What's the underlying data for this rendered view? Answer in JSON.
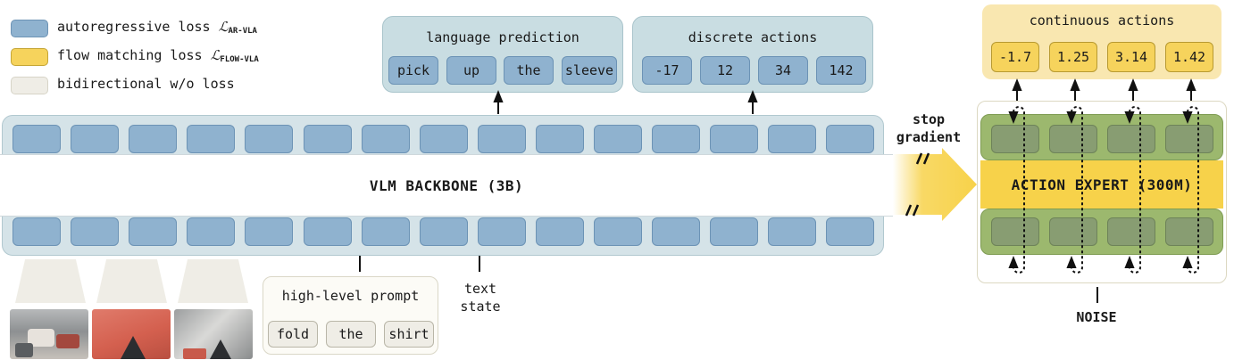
{
  "legend": [
    {
      "color": "#8fb2cf",
      "label": "autoregressive loss ",
      "loss_symbol": "ℒ",
      "loss_sub": "AR-VLA"
    },
    {
      "color": "#f6d35c",
      "label": "flow matching loss ",
      "loss_symbol": "ℒ",
      "loss_sub": "FLOW-VLA"
    },
    {
      "color": "#efede6",
      "label": "bidirectional w/o loss",
      "loss_symbol": "",
      "loss_sub": ""
    }
  ],
  "language_prediction": {
    "title": "language prediction",
    "tokens": [
      "pick",
      "up",
      "the",
      "sleeve"
    ]
  },
  "discrete_actions": {
    "title": "discrete actions",
    "tokens": [
      "-17",
      "12",
      "34",
      "142"
    ]
  },
  "backbone": {
    "label": "VLM BACKBONE (3B)"
  },
  "stop_gradient": {
    "line1": "stop",
    "line2": "gradient"
  },
  "action_expert": {
    "label": "ACTION EXPERT (300M)"
  },
  "continuous_actions": {
    "title": "continuous actions",
    "tokens": [
      "-1.7",
      "1.25",
      "3.14",
      "1.42"
    ]
  },
  "high_level_prompt": {
    "title": "high-level prompt",
    "tokens": [
      "fold",
      "the",
      "shirt"
    ]
  },
  "text_state": {
    "line1": "text",
    "line2": "state"
  },
  "noise": {
    "label": "NOISE"
  }
}
